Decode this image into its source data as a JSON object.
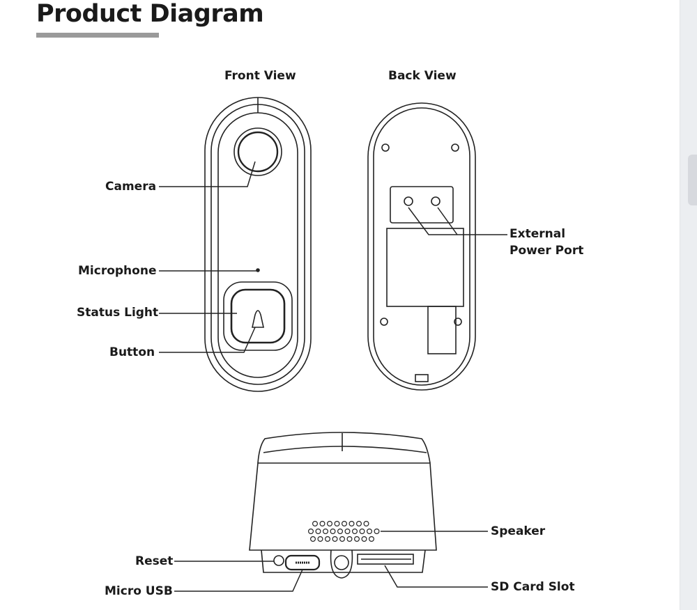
{
  "title": "Product Diagram",
  "views": {
    "front": "Front View",
    "back": "Back View"
  },
  "labels": {
    "camera": "Camera",
    "microphone": "Microphone",
    "status_light": "Status Light",
    "button": "Button",
    "external_power_port_line1": "External",
    "external_power_port_line2": "Power Port",
    "speaker": "Speaker",
    "reset": "Reset",
    "micro_usb": "Micro USB",
    "sd_card_slot": "SD Card Slot"
  }
}
